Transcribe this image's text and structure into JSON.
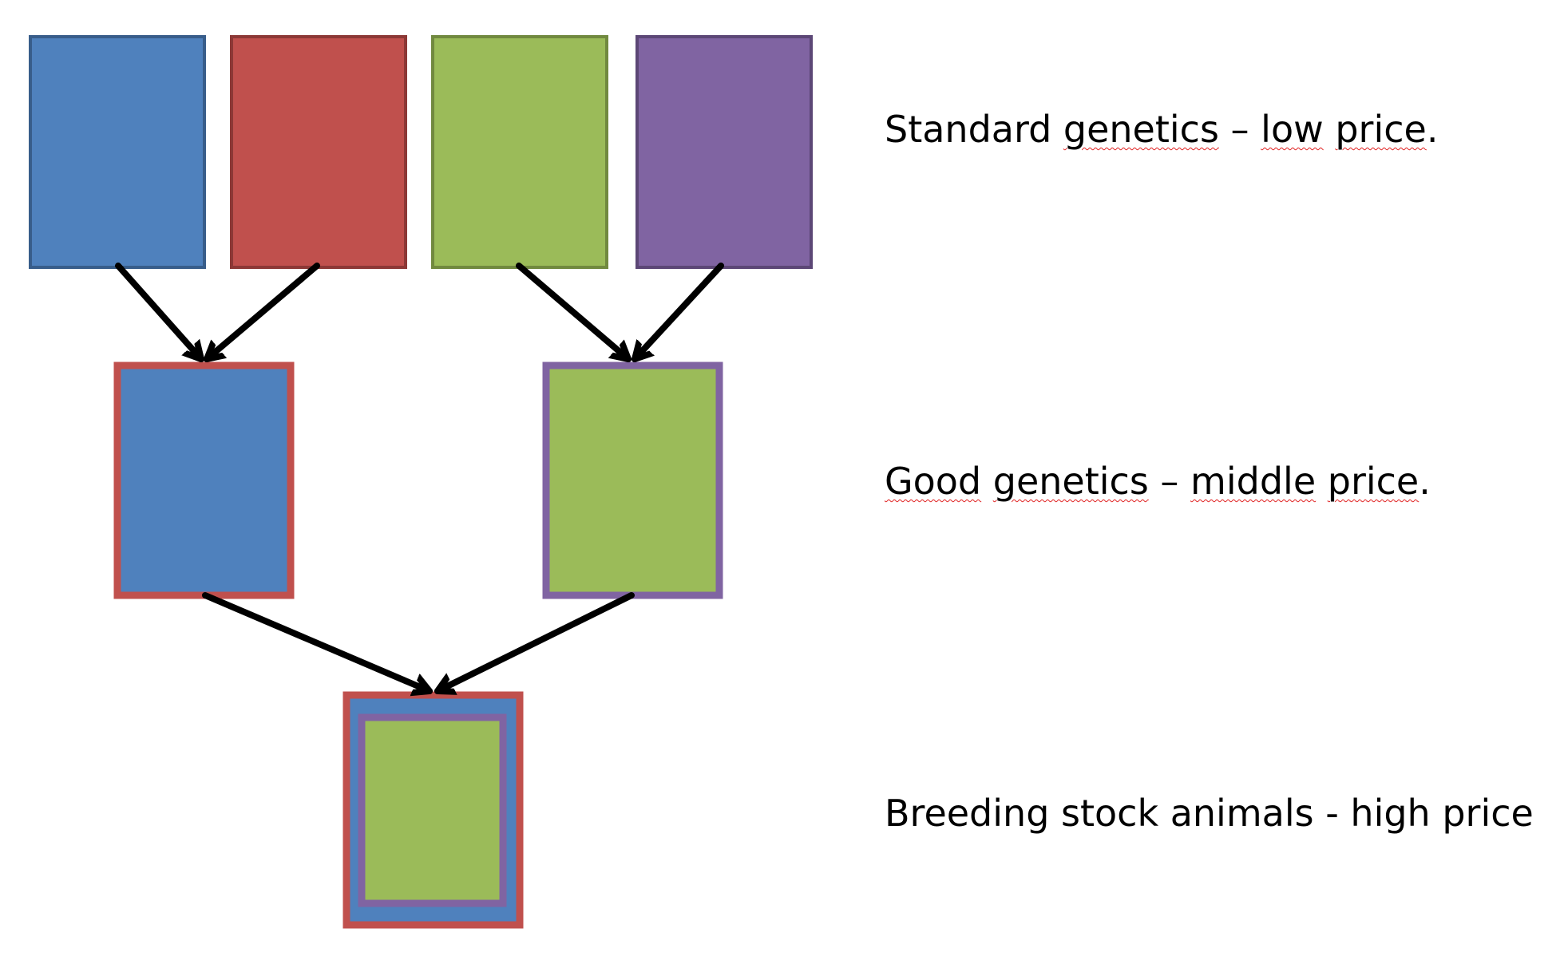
{
  "colors": {
    "blue_fill": "#4F81BD",
    "blue_border": "#385D8A",
    "red_fill": "#C0504D",
    "red_border": "#8C3836",
    "green_fill": "#9BBB59",
    "green_border": "#71893F",
    "purple_fill": "#8064A2",
    "purple_border": "#5C4776",
    "arrow": "#000000",
    "spellcheck_underline": "#E02020"
  },
  "tiers": [
    {
      "id": "standard",
      "text_segments": [
        {
          "text": "Standard ",
          "squiggle": false
        },
        {
          "text": "genetics",
          "squiggle": true
        },
        {
          "text": " – ",
          "squiggle": false
        },
        {
          "text": "low",
          "squiggle": true
        },
        {
          "text": " ",
          "squiggle": false
        },
        {
          "text": "price",
          "squiggle": true
        },
        {
          "text": ".",
          "squiggle": false
        }
      ]
    },
    {
      "id": "good",
      "text_segments": [
        {
          "text": "Good",
          "squiggle": true
        },
        {
          "text": " ",
          "squiggle": false
        },
        {
          "text": "genetics",
          "squiggle": true
        },
        {
          "text": " – ",
          "squiggle": false
        },
        {
          "text": "middle",
          "squiggle": true
        },
        {
          "text": " ",
          "squiggle": false
        },
        {
          "text": "price",
          "squiggle": true
        },
        {
          "text": ".",
          "squiggle": false
        }
      ]
    },
    {
      "id": "breeding",
      "text_segments": [
        {
          "text": "Breeding stock animals - high price",
          "squiggle": false
        }
      ]
    }
  ]
}
